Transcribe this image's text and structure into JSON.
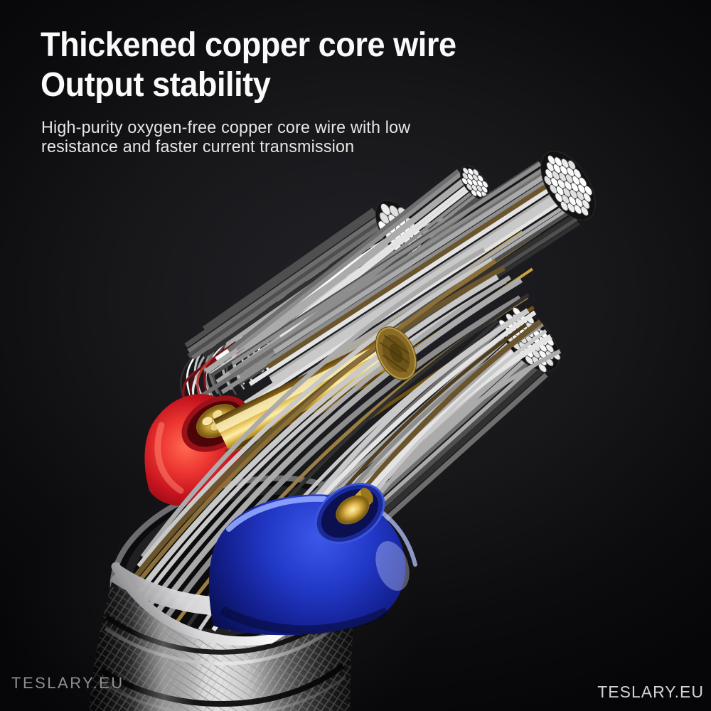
{
  "headline": {
    "line1": "Thickened copper core wire",
    "line2": "Output stability"
  },
  "subheadline": {
    "line1": "High-purity oxygen-free copper core wire with low",
    "line2": "resistance and faster current transmission"
  },
  "watermarks": {
    "bottom_left": "TESLARY.EU",
    "bottom_right": "TESLARY.EU"
  },
  "colors": {
    "background": "#121214",
    "headline_text": "#fafafa",
    "subheadline_text": "#e6e6e6",
    "strand_silver": "#d8d8d8",
    "copper_core_gold": "#e3bc55",
    "insulation_red": "#c6141f",
    "insulation_blue": "#2239c8",
    "connector_chrome": "#c9c9c9",
    "watermark_left": "#8f8f8f",
    "watermark_right": "#d2d2d2"
  }
}
